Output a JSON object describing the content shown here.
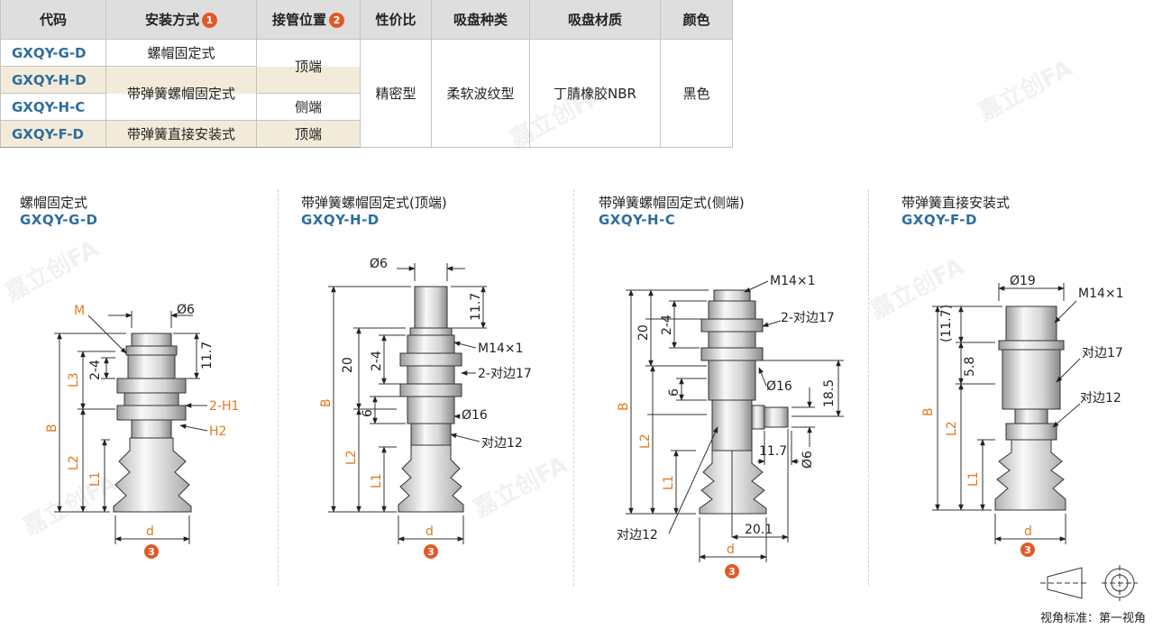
{
  "table": {
    "headers": [
      "代码",
      "安装方式",
      "接管位置",
      "性价比",
      "吸盘种类",
      "吸盘材质",
      "颜色"
    ],
    "header_badges": {
      "install": "1",
      "position": "2"
    },
    "codes": [
      "GXQY-G-D",
      "GXQY-H-D",
      "GXQY-H-C",
      "GXQY-F-D"
    ],
    "install": [
      "螺帽固定式",
      "带弹簧螺帽固定式",
      "带弹簧直接安装式"
    ],
    "position": [
      "顶端",
      "侧端",
      "顶端"
    ],
    "cost": "精密型",
    "cup_type": "柔软波纹型",
    "material": "丁腈橡胶NBR",
    "color": "黑色"
  },
  "sections": [
    {
      "title": "螺帽固定式",
      "code": "GXQY-G-D"
    },
    {
      "title": "带弹簧螺帽固定式(顶端)",
      "code": "GXQY-H-D"
    },
    {
      "title": "带弹簧螺帽固定式(侧端)",
      "code": "GXQY-H-C"
    },
    {
      "title": "带弹簧直接安装式",
      "code": "GXQY-F-D"
    }
  ],
  "labels": {
    "d1": {
      "M": "M",
      "dia6": "Ø6",
      "h117": "11.7",
      "h24": "2-4",
      "L3": "L3",
      "B": "B",
      "L2": "L2",
      "L1": "L1",
      "H1": "2-H1",
      "H2": "H2",
      "d": "d",
      "badge": "3"
    },
    "d2": {
      "dia6": "Ø6",
      "h117": "11.7",
      "h20": "20",
      "h24": "2-4",
      "m14": "M14×1",
      "hex17": "2-对边17",
      "h6": "6",
      "dia16": "Ø16",
      "hex12": "对边12",
      "B": "B",
      "L2": "L2",
      "L1": "L1",
      "d": "d",
      "badge": "3"
    },
    "d3": {
      "m14": "M14×1",
      "hex17": "2-对边17",
      "h20": "20",
      "h24": "2-4",
      "dia16": "Ø16",
      "h6": "6",
      "h185": "18.5",
      "h117": "11.7",
      "dia6": "Ø6",
      "B": "B",
      "L2": "L2",
      "L1": "L1",
      "hex12": "对边12",
      "w201": "20.1",
      "d": "d",
      "badge": "3"
    },
    "d4": {
      "dia19": "Ø19",
      "m14": "M14×1",
      "h117": "(11.7)",
      "h58": "5.8",
      "hex17": "对边17",
      "hex12": "对边12",
      "B": "B",
      "L2": "L2",
      "L1": "L1",
      "d": "d",
      "badge": "3"
    }
  },
  "view_note": "视角标准：第一视角",
  "watermark": "嘉立创FA",
  "colors": {
    "code_blue": "#2e6e9e",
    "accent_orange": "#e07a20",
    "badge_red": "#e05a28",
    "header_gray": "#dedede",
    "tan": "#f3ebd9"
  }
}
